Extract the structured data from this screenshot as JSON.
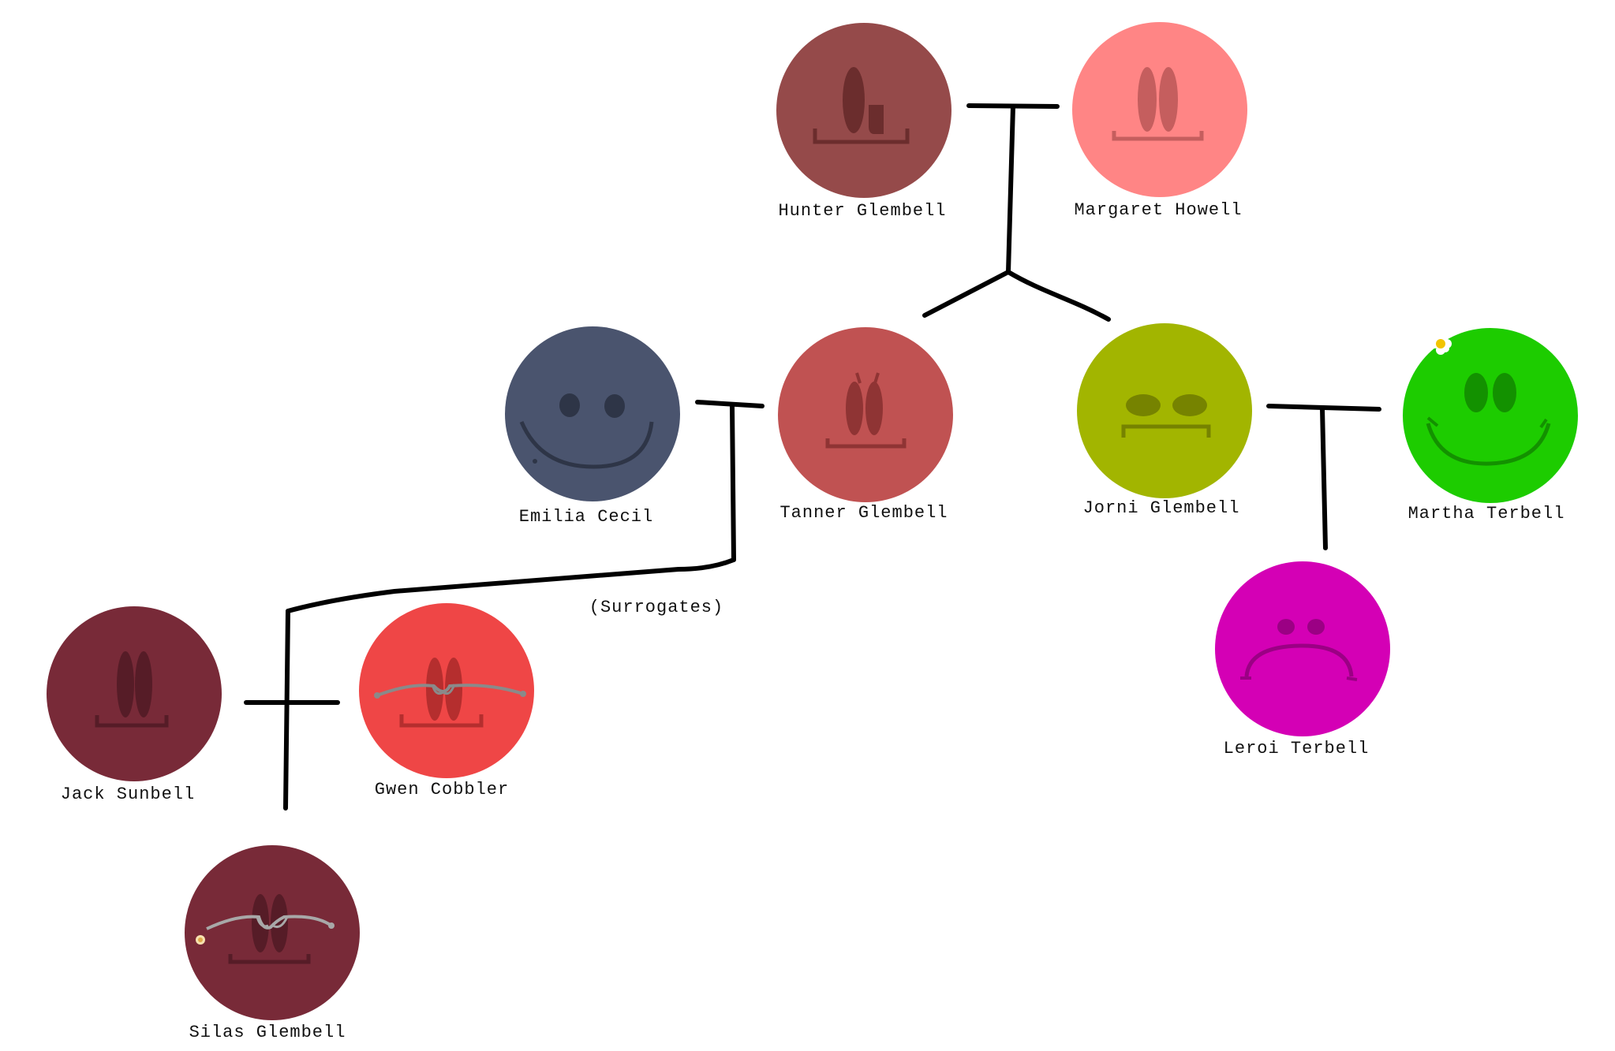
{
  "people": {
    "hunter": {
      "name": "Hunter Glembell",
      "color": "#954a4a"
    },
    "margaret": {
      "name": "Margaret Howell",
      "color": "#ff8585"
    },
    "emilia": {
      "name": "Emilia Cecil",
      "color": "#4a546e"
    },
    "tanner": {
      "name": "Tanner Glembell",
      "color": "#c05252"
    },
    "jorni": {
      "name": "Jorni Glembell",
      "color": "#a2b500"
    },
    "martha": {
      "name": "Martha Terbell",
      "color": "#1dcc00"
    },
    "leroi": {
      "name": "Leroi Terbell",
      "color": "#d400b5"
    },
    "jack": {
      "name": "Jack Sunbell",
      "color": "#782a38"
    },
    "gwen": {
      "name": "Gwen Cobbler",
      "color": "#ef4646"
    },
    "silas": {
      "name": "Silas Glembell",
      "color": "#782a38"
    }
  },
  "annotations": {
    "surrogates": "(Surrogates)"
  }
}
